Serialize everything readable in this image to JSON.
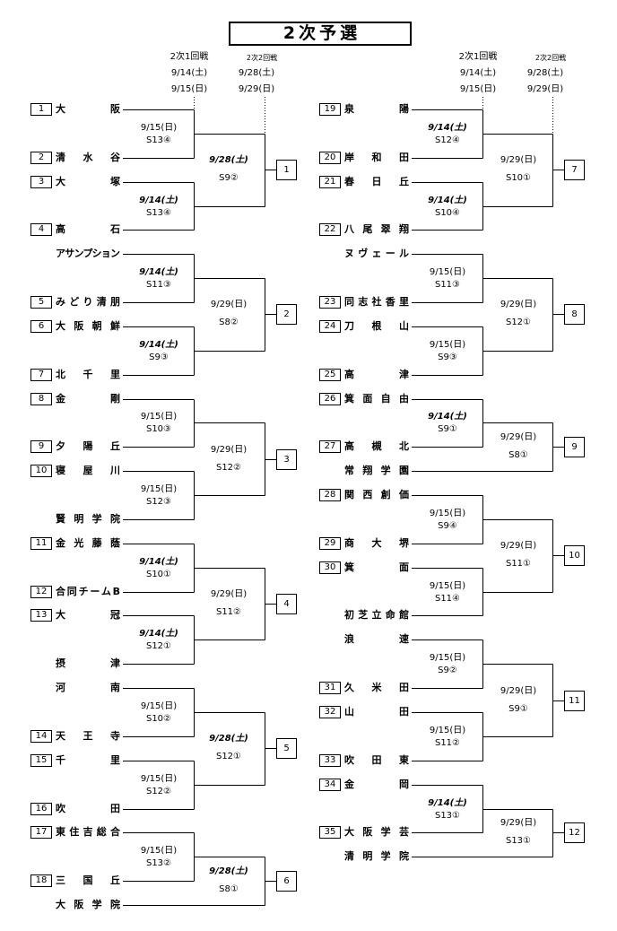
{
  "title": "2次予選",
  "headers": {
    "left": {
      "round1_label": "2次1回戦",
      "round1_dates": [
        "9/14(土)",
        "9/15(日)"
      ],
      "round2_label": "2次2回戦",
      "round2_dates": [
        "9/28(土)",
        "9/29(日)"
      ]
    },
    "right": {
      "round1_label": "2次1回戦",
      "round1_dates": [
        "9/14(土)",
        "9/15(日)"
      ],
      "round2_label": "2次2回戦",
      "round2_dates": [
        "9/28(土)",
        "9/29(日)"
      ]
    }
  },
  "left": {
    "blocks": [
      {
        "block_no": "1",
        "date": "9/28(土)",
        "slot": "S9②",
        "entries": [
          {
            "date": "9/15(日)",
            "slot": "S13④",
            "teams": [
              {
                "no": "1",
                "name": "大阪"
              },
              {
                "no": "2",
                "name": "清水谷"
              }
            ]
          },
          {
            "date": "9/14(土)",
            "slot": "S13④",
            "teams": [
              {
                "no": "3",
                "name": "大塚"
              },
              {
                "no": "4",
                "name": "高石"
              }
            ]
          }
        ]
      },
      {
        "block_no": "2",
        "date": "9/29(日)",
        "slot": "S8②",
        "entries": [
          {
            "date": "9/14(土)",
            "slot": "S11③",
            "teams": [
              {
                "name": "アサンプション"
              },
              {
                "no": "5",
                "name": "みどり清朋"
              }
            ]
          },
          {
            "date": "9/14(土)",
            "slot": "S9③",
            "teams": [
              {
                "no": "6",
                "name": "大阪朝鮮"
              },
              {
                "no": "7",
                "name": "北千里"
              }
            ]
          }
        ]
      },
      {
        "block_no": "3",
        "date": "9/29(日)",
        "slot": "S12②",
        "entries": [
          {
            "date": "9/15(日)",
            "slot": "S10③",
            "teams": [
              {
                "no": "8",
                "name": "金剛"
              },
              {
                "no": "9",
                "name": "夕陽丘"
              }
            ]
          },
          {
            "date": "9/15(日)",
            "slot": "S12③",
            "teams": [
              {
                "no": "10",
                "name": "寝屋川"
              },
              {
                "name": "賢明学院"
              }
            ]
          }
        ]
      },
      {
        "block_no": "4",
        "date": "9/29(日)",
        "slot": "S11②",
        "entries": [
          {
            "date": "9/14(土)",
            "slot": "S10①",
            "teams": [
              {
                "no": "11",
                "name": "金光藤蔭"
              },
              {
                "no": "12",
                "name": "合同チームB"
              }
            ]
          },
          {
            "date": "9/14(土)",
            "slot": "S12①",
            "teams": [
              {
                "no": "13",
                "name": "大冠"
              },
              {
                "name": "摂津"
              }
            ]
          }
        ]
      },
      {
        "block_no": "5",
        "date": "9/28(土)",
        "slot": "S12①",
        "entries": [
          {
            "date": "9/15(日)",
            "slot": "S10②",
            "teams": [
              {
                "name": "河南"
              },
              {
                "no": "14",
                "name": "天王寺"
              }
            ]
          },
          {
            "date": "9/15(日)",
            "slot": "S12②",
            "teams": [
              {
                "no": "15",
                "name": "千里"
              },
              {
                "no": "16",
                "name": "吹田"
              }
            ]
          }
        ]
      },
      {
        "block_no": "6",
        "date": "9/28(土)",
        "slot": "S8①",
        "entries": [
          {
            "date": "9/15(日)",
            "slot": "S13②",
            "teams": [
              {
                "no": "17",
                "name": "東住吉総合"
              },
              {
                "no": "18",
                "name": "三国丘"
              }
            ]
          },
          {
            "teams": [
              {
                "name": "大阪学院"
              }
            ]
          }
        ]
      }
    ]
  },
  "right": {
    "blocks": [
      {
        "block_no": "7",
        "date": "9/29(日)",
        "slot": "S10①",
        "entries": [
          {
            "date": "9/14(土)",
            "slot": "S12④",
            "teams": [
              {
                "no": "19",
                "name": "泉陽"
              },
              {
                "no": "20",
                "name": "岸和田"
              }
            ]
          },
          {
            "date": "9/14(土)",
            "slot": "S10④",
            "teams": [
              {
                "no": "21",
                "name": "春日丘"
              },
              {
                "no": "22",
                "name": "八尾翠翔"
              }
            ]
          }
        ]
      },
      {
        "block_no": "8",
        "date": "9/29(日)",
        "slot": "S12①",
        "entries": [
          {
            "date": "9/15(日)",
            "slot": "S11③",
            "teams": [
              {
                "name": "ヌヴェール"
              },
              {
                "no": "23",
                "name": "同志社香里"
              }
            ]
          },
          {
            "date": "9/15(日)",
            "slot": "S9③",
            "teams": [
              {
                "no": "24",
                "name": "刀根山"
              },
              {
                "no": "25",
                "name": "高津"
              }
            ]
          }
        ]
      },
      {
        "block_no": "9",
        "date": "9/29(日)",
        "slot": "S8①",
        "entries": [
          {
            "date": "9/14(土)",
            "slot": "S9①",
            "teams": [
              {
                "no": "26",
                "name": "箕面自由"
              },
              {
                "no": "27",
                "name": "高槻北"
              }
            ]
          },
          {
            "teams": [
              {
                "name": "常翔学園"
              }
            ]
          }
        ]
      },
      {
        "block_no": "10",
        "date": "9/29(日)",
        "slot": "S11①",
        "entries": [
          {
            "date": "9/15(日)",
            "slot": "S9④",
            "teams": [
              {
                "no": "28",
                "name": "関西創価"
              },
              {
                "no": "29",
                "name": "商大堺"
              }
            ]
          },
          {
            "date": "9/15(日)",
            "slot": "S11④",
            "teams": [
              {
                "no": "30",
                "name": "箕面"
              },
              {
                "name": "初芝立命館"
              }
            ]
          }
        ]
      },
      {
        "block_no": "11",
        "date": "9/29(日)",
        "slot": "S9①",
        "entries": [
          {
            "date": "9/15(日)",
            "slot": "S9②",
            "teams": [
              {
                "name": "浪速"
              },
              {
                "no": "31",
                "name": "久米田"
              }
            ]
          },
          {
            "date": "9/15(日)",
            "slot": "S11②",
            "teams": [
              {
                "no": "32",
                "name": "山田"
              },
              {
                "no": "33",
                "name": "吹田東"
              }
            ]
          }
        ]
      },
      {
        "block_no": "12",
        "date": "9/29(日)",
        "slot": "S13①",
        "entries": [
          {
            "date": "9/14(土)",
            "slot": "S13①",
            "teams": [
              {
                "no": "34",
                "name": "金岡"
              },
              {
                "no": "35",
                "name": "大阪学芸"
              }
            ]
          },
          {
            "teams": [
              {
                "name": "清明学院"
              }
            ]
          }
        ]
      }
    ]
  }
}
